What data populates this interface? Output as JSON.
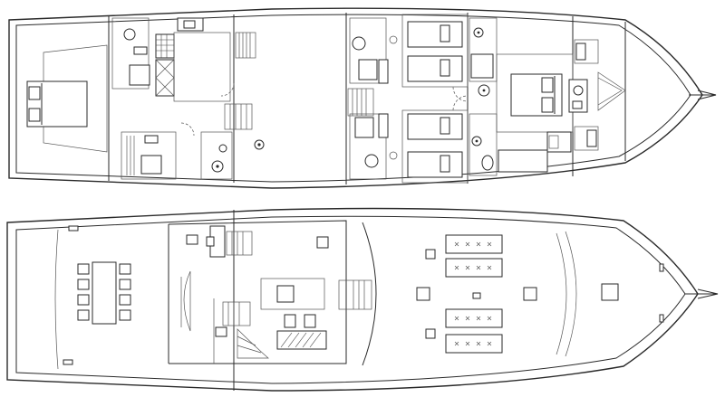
{
  "drawing": {
    "stroke_color": "#2a2a2a",
    "background_color": "#ffffff",
    "views": [
      {
        "name": "lower-deck",
        "orientation": "bow-right"
      },
      {
        "name": "main-deck",
        "orientation": "bow-right"
      }
    ]
  }
}
